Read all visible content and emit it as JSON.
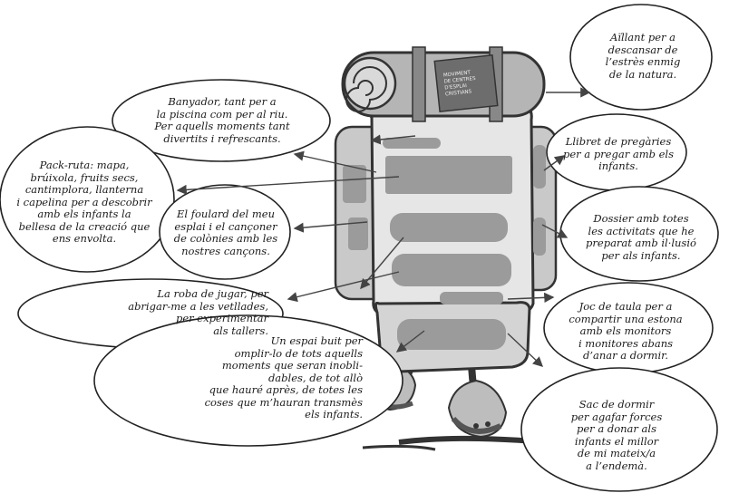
{
  "bubbles": {
    "insulator": "Aïllant per a\ndescansar de\nl’estrès enmig\nde la natura.",
    "swimsuit": "Banyador, tant per a\nla piscina com per al riu.\nPer aquells moments tant\ndivertits i refrescants.",
    "prayer_book": "Llibret de pregàries\nper a pregar amb els\ninfants.",
    "route_pack": "Pack-ruta: mapa,\nbrúixola, fruits secs,\ncantimplora, llanterna\ni capelina per a descobrir\namb els infants la\nbellesa de la creació que\nens envolta.",
    "scarf": "El foulard del meu\nesplai i el cançoner\nde colònies amb les\nnostres cançons.",
    "dossier": "Dossier amb totes\nles activitats que he\npreparat amb il·lusió\nper als infants.",
    "play_clothes": "La roba de jugar, per\nabrigar-me a les vetllades,\nper experimentar\nals tallers.",
    "board_game": "Joc de taula per a\ncompartir una estona\namb els monitors\ni monitores abans\nd’anar a dormir.",
    "empty_space": "Un espai buit per\nomplir-lo de tots aquells\nmoments que seran inobli-\ndables, de tot allò\nque hauré après, de totes les\ncoses que m’hauran transmès\nels infants.",
    "sleeping_bag": "Sac de dormir\nper agafar forces\nper a donar als\ninfants el millor\nde mi mateix/a\na l’endemà."
  },
  "backpack_label": "MOVIMENT\nDE CENTRES\nD'ESPLAI\nCRISTIANS"
}
